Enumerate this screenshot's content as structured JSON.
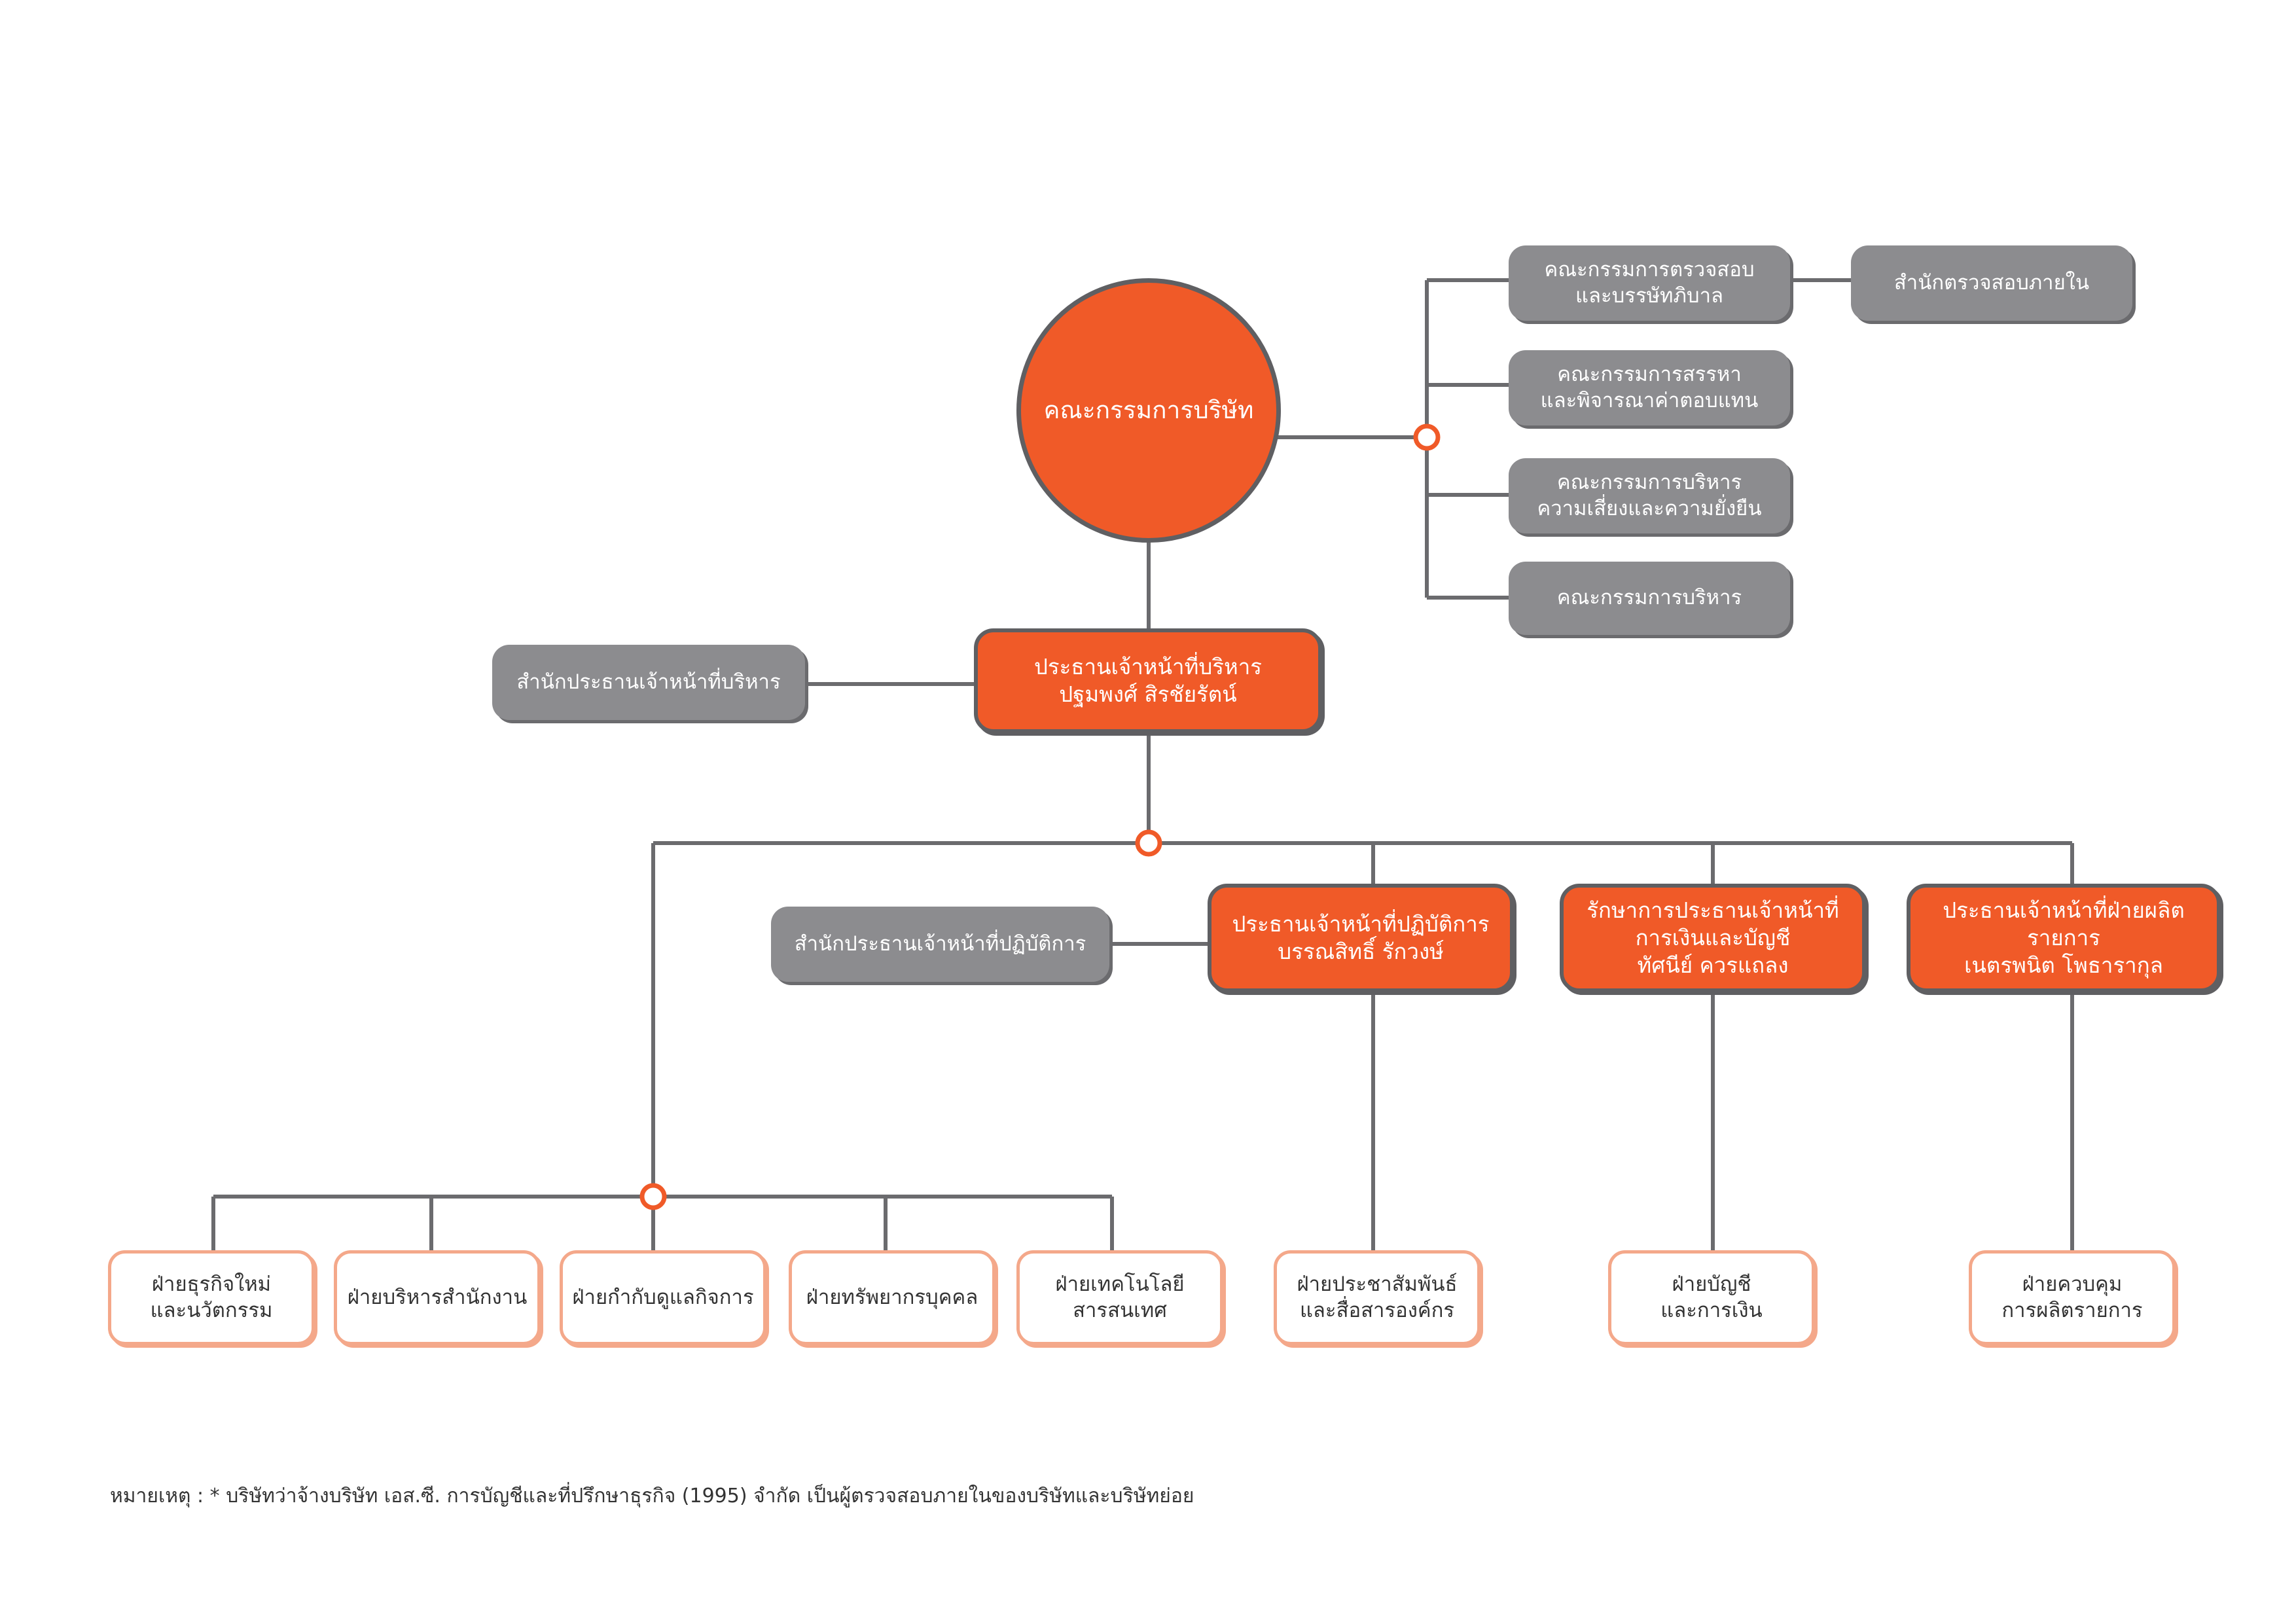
{
  "board": {
    "label": "คณะกรรมการบริษัท"
  },
  "committees": [
    {
      "label": "คณะกรรมการตรวจสอบ\nและบรรษัทภิบาล"
    },
    {
      "label": "คณะกรรมการสรรหา\nและพิจารณาค่าตอบแทน"
    },
    {
      "label": "คณะกรรมการบริหาร\nความเสี่ยงและความยั่งยืน"
    },
    {
      "label": "คณะกรรมการบริหาร"
    }
  ],
  "internal_audit": {
    "label": "สำนักตรวจสอบภายใน"
  },
  "ceo": {
    "label": "ประธานเจ้าหน้าที่บริหาร\nปฐมพงศ์ สิรชัยรัตน์"
  },
  "ceo_office": {
    "label": "สำนักประธานเจ้าหน้าที่บริหาร"
  },
  "coo_office": {
    "label": "สำนักประธานเจ้าหน้าที่ปฏิบัติการ"
  },
  "executives": [
    {
      "label": "ประธานเจ้าหน้าที่ปฏิบัติการ\nบรรณสิทธิ์ รักวงษ์"
    },
    {
      "label": "รักษาการประธานเจ้าหน้าที่\nการเงินและบัญชี\nทัศนีย์ ควรแถลง"
    },
    {
      "label": "ประธานเจ้าหน้าที่ฝ่ายผลิตรายการ\nเนตรพนิต โพธารากุล"
    }
  ],
  "ceo_departments": [
    {
      "label": "ฝ่ายธุรกิจใหม่\nและนวัตกรรม"
    },
    {
      "label": "ฝ่ายบริหารสำนักงาน"
    },
    {
      "label": "ฝ่ายกำกับดูแลกิจการ"
    },
    {
      "label": "ฝ่ายทรัพยากรบุคคล"
    },
    {
      "label": "ฝ่ายเทคโนโลยี\nสารสนเทศ"
    }
  ],
  "exec_departments": [
    {
      "label": "ฝ่ายประชาสัมพันธ์\nและสื่อสารองค์กร"
    },
    {
      "label": "ฝ่ายบัญชี\nและการเงิน"
    },
    {
      "label": "ฝ่ายควบคุม\nการผลิตรายการ"
    }
  ],
  "footnote": "หมายเหตุ : * บริษัทว่าจ้างบริษัท เอส.ซี. การบัญชีและที่ปรึกษาธุรกิจ (1995) จำกัด เป็นผู้ตรวจสอบภายในของบริษัทและบริษัทย่อย",
  "colors": {
    "accent": "#f05a28",
    "gray": "#8c8c8f",
    "line": "#6b6b6e",
    "outline": "#f4a88a"
  }
}
